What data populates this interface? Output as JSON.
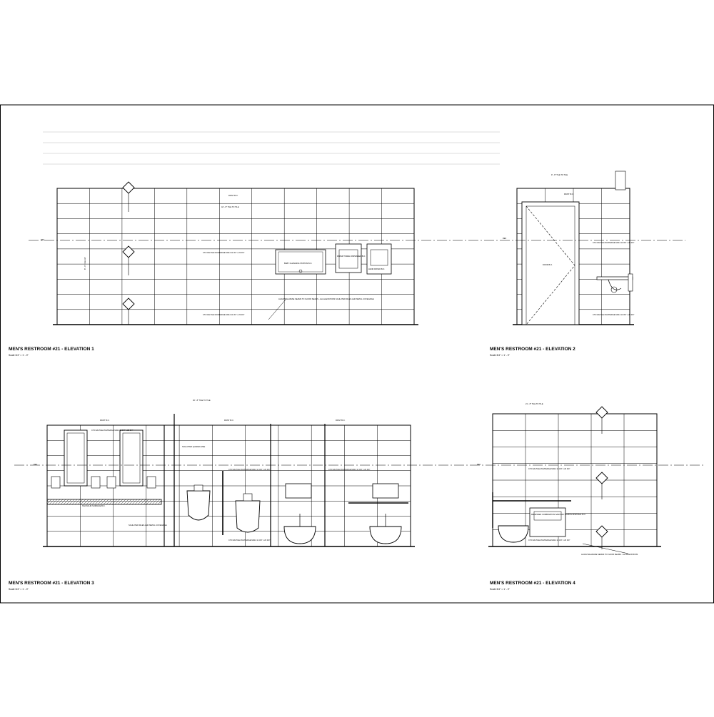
{
  "sheet": {
    "elevations": [
      {
        "id": "e1",
        "title": "MEN'S RESTROOM #21 - ELEVATION 1",
        "scale": "Scale 3/4\" = 1' - 0\"",
        "notes": {
          "paint": "PAINT B.O.",
          "tile_to_tile": "42' - 8\" TILE TO TILE",
          "tile_upper": "CT2 DALTILE MULTIEDGE M414 11 3/4\" x 23 3/4\"",
          "tile_lower": "CT2 DALTILE MULTIEDGE M414 11 3/4\" x 23 3/4\"",
          "baby_station": "BABY CHANGING STATION B.O.",
          "dispenser": "PAPER TOWEL DISPENSER B.O.",
          "hand_dryer": "HAND DRYER B.O.",
          "align_note": "ALIGN WALLBASE SEAMS TO FLOOR SEAMS - ALL ELEVATIONS",
          "schluter": "SCHLUTER DILEX-AHK METAL COVE EDGE",
          "ref": "REF",
          "fill_height": "8' - 0\" FULL HT."
        }
      },
      {
        "id": "e2",
        "title": "MEN'S RESTROOM #21 - ELEVATION 2",
        "scale": "Scale 3/4\" = 1' - 0\"",
        "notes": {
          "tile_to_tile": "9' - 8\" TILE TO TILE",
          "paint": "PAINT B.O.",
          "door": "DOOR B.O.",
          "tile_upper": "CT2 DALTILE MULTIEDGE M414 11 3/4\" x 23 3/4\"",
          "tile_lower": "CT2 DALTILE MULTIEDGE M414 11 3/4\" x 23 3/4\"",
          "ref": "REF"
        }
      },
      {
        "id": "e3",
        "title": "MEN'S RESTROOM #21 - ELEVATION 3",
        "scale": "Scale 3/4\" = 1' - 0\"",
        "notes": {
          "tile_to_tile": "30' - 8\" TILE TO TILE",
          "paint_left": "PAINT B.O.",
          "paint_right": "PAINT B.O.",
          "tile_a": "CT2 DALTILE MULTIEDGE M414 11 3/4\" x 23 3/4\"",
          "tile_b": "CT2 DALTILE MULTIEDGE M414 11 3/4\" x 23 3/4\"",
          "tile_c": "CT2 DALTILE MULTIEDGE M414 11 3/4\" x 23 3/4\"",
          "tile_d": "CT2 DALTILE MULTIEDGE M414 11 3/4\" x 23 3/4\"",
          "solid_surface": "SS2 SOLID SURFACE B.O.",
          "schluter_top": "SCHLUTER QUADEC-MAE",
          "schluter_bottom": "SCHLUTER DILEX-AHK METAL COVE EDGE",
          "paint": "PAINT B.O.",
          "ref": "REF"
        }
      },
      {
        "id": "e4",
        "title": "MEN'S RESTROOM #21 - ELEVATION 4",
        "scale": "Scale 3/4\" = 1' - 0\"",
        "notes": {
          "tile_to_tile": "21' - 8\" TILE TO TILE",
          "tile_upper": "CT2 DALTILE MULTIEDGE M414 11 3/4\" x 23 3/4\"",
          "tile_lower": "CT2 DALTILE MULTIEDGE M414 11 3/4\" x 23 3/4\"",
          "recessed": "RECESSED COMBINATION SANITARY NAPKIN DISPOSAL B.O.",
          "align_note": "ALIGN WALLBASE SEAMS TO FLOOR SEAMS - ALL ELEVATIONS",
          "ref": "REF"
        }
      }
    ]
  }
}
